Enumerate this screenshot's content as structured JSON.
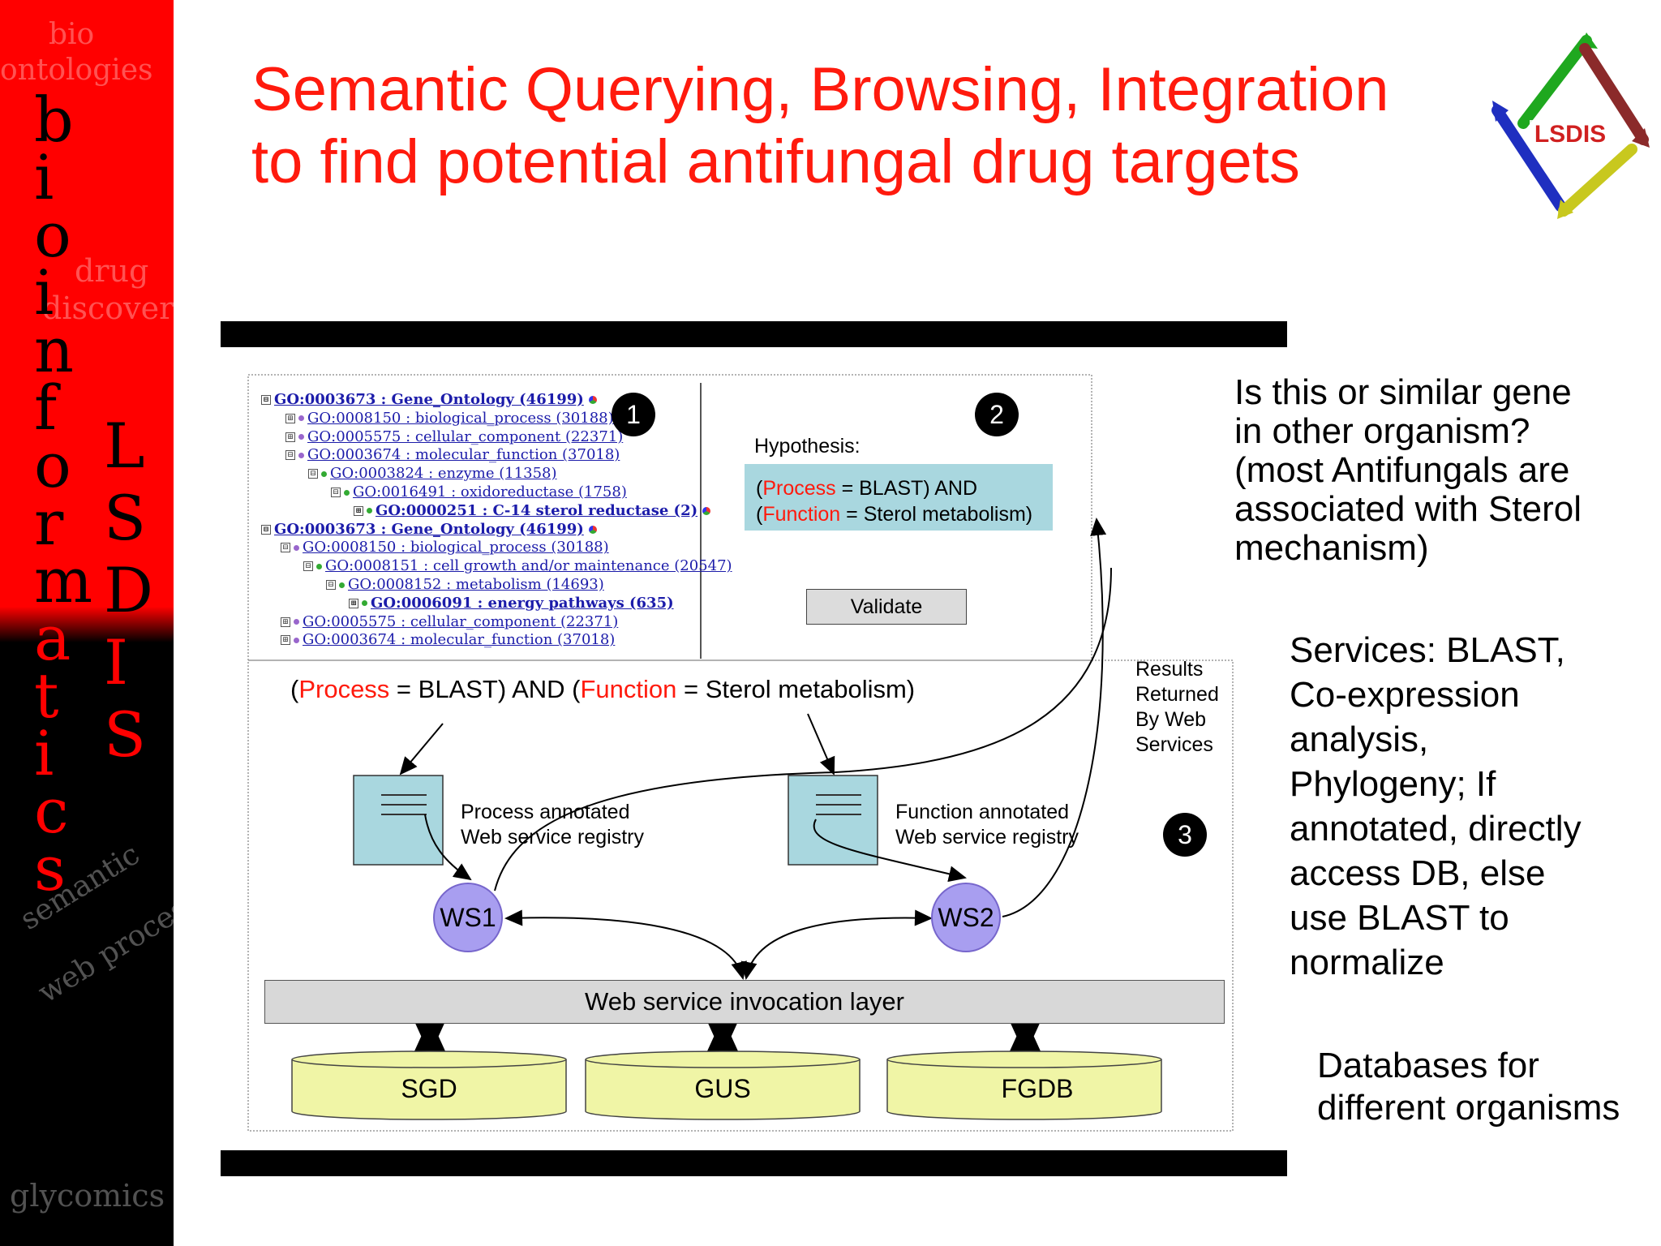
{
  "sidebar": {
    "words": {
      "bio": "bio",
      "ontologies": "ontologies",
      "drug": "drug",
      "discovery": "discovery",
      "semantic": "semantic",
      "web_process": "web process",
      "glycomics": "glycomics"
    },
    "bioinformatics": [
      "b",
      "i",
      "o",
      "i",
      "n",
      "f",
      "o",
      "r",
      "m",
      "a",
      "t",
      "i",
      "c",
      "s"
    ],
    "lsdis": [
      "L",
      "S",
      "D",
      "I",
      "S"
    ],
    "colors": {
      "top": "#ff0000",
      "bottom": "#000000"
    }
  },
  "title": "Semantic Querying, Browsing, Integration to find potential antifungal drug targets",
  "logo": {
    "text": "LSDIS",
    "icon": "lsdis-arrows-logo"
  },
  "go_tree": [
    {
      "toggle": "⊟",
      "dot": "",
      "text": "GO:0003673 : Gene_Ontology (46199)",
      "bold": true,
      "tip": true
    },
    {
      "toggle": "⊞",
      "dot": "p",
      "text": "GO:0008150 : biological_process (30188)",
      "bold": false,
      "tip": false
    },
    {
      "toggle": "⊞",
      "dot": "p",
      "text": "GO:0005575 : cellular_component (22371)",
      "bold": false,
      "tip": false
    },
    {
      "toggle": "⊟",
      "dot": "p",
      "text": "GO:0003674 : molecular_function (37018)",
      "bold": false,
      "tip": false
    },
    {
      "toggle": "⊟",
      "dot": "g",
      "text": "GO:0003824 : enzyme (11358)",
      "bold": false,
      "tip": false
    },
    {
      "toggle": "⊟",
      "dot": "g",
      "text": "GO:0016491 : oxidoreductase (1758)",
      "bold": false,
      "tip": false
    },
    {
      "toggle": "⊞",
      "dot": "g",
      "text": "GO:0000251 : C-14 sterol reductase (2)",
      "bold": true,
      "tip": true
    },
    {
      "toggle": "⊟",
      "dot": "",
      "text": "GO:0003673 : Gene_Ontology (46199)",
      "bold": true,
      "tip": true
    },
    {
      "toggle": "⊟",
      "dot": "p",
      "text": "GO:0008150 : biological_process (30188)",
      "bold": false,
      "tip": false
    },
    {
      "toggle": "⊟",
      "dot": "g",
      "text": "GO:0008151 : cell growth and/or maintenance (20547)",
      "bold": false,
      "tip": false
    },
    {
      "toggle": "⊟",
      "dot": "g",
      "text": "GO:0008152 : metabolism (14693)",
      "bold": false,
      "tip": false
    },
    {
      "toggle": "⊞",
      "dot": "g",
      "text": "GO:0006091 : energy pathways (635)",
      "bold": true,
      "tip": false
    },
    {
      "toggle": "⊞",
      "dot": "p",
      "text": "GO:0005575 : cellular_component (22371)",
      "bold": false,
      "tip": false
    },
    {
      "toggle": "⊞",
      "dot": "p",
      "text": "GO:0003674 : molecular_function (37018)",
      "bold": false,
      "tip": false
    }
  ],
  "badges": [
    "1",
    "2",
    "3"
  ],
  "hypothesis": {
    "label": "Hypothesis:",
    "line1": {
      "open": "(",
      "key": "Process",
      "rest": " = BLAST) AND"
    },
    "line2": {
      "open": "(",
      "key": "Function",
      "rest": " = Sterol metabolism)"
    }
  },
  "validate_label": "Validate",
  "query": {
    "open1": "(",
    "key1": "Process",
    "mid": " = BLAST) AND (",
    "key2": "Function",
    "end": " = Sterol metabolism)"
  },
  "registries": {
    "process": {
      "line1": "Process annotated",
      "line2": "Web service registry"
    },
    "function": {
      "line1": "Function annotated",
      "line2": "Web service registry"
    }
  },
  "results": [
    "Results",
    "Returned",
    "By Web",
    "Services"
  ],
  "services": [
    "WS1",
    "WS2"
  ],
  "invocation_layer": "Web service invocation layer",
  "databases": [
    "SGD",
    "GUS",
    "FGDB"
  ],
  "notes": {
    "gene": [
      "Is this or similar gene",
      "in other organism?",
      "(most Antifungals are",
      "associated with Sterol",
      "mechanism)"
    ],
    "services": [
      "Services: BLAST,",
      "Co-expression",
      "analysis,",
      "Phylogeny; If",
      "annotated, directly",
      "access DB, else",
      "use BLAST to",
      "normalize"
    ],
    "databases": [
      "Databases for",
      "different organisms"
    ]
  },
  "colors": {
    "title": "#ff1a0d",
    "hypothesis_box": "#a9d7df",
    "registry": "#a9d7df",
    "ws_node": "#a89ef0",
    "database": "#f0f5a6",
    "layer": "#d8d8d8"
  }
}
